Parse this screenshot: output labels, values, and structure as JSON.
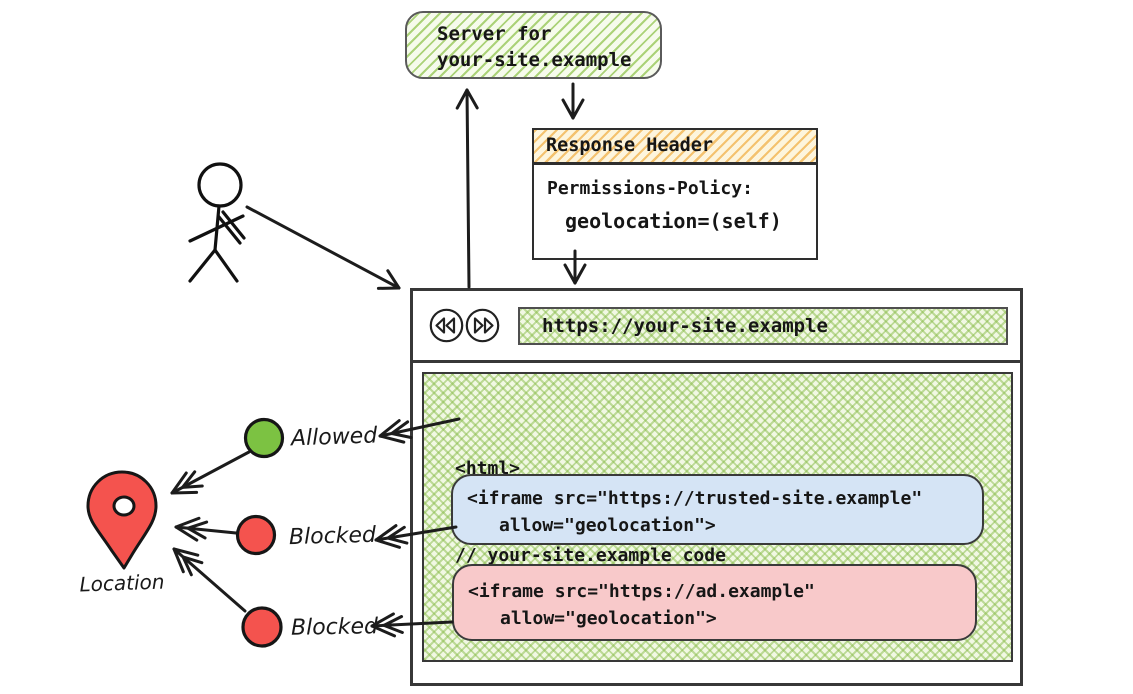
{
  "colors": {
    "hatch_green": "#8fbf4d",
    "hatch_orange": "#f0b95c",
    "allowed_green": "#7cc242",
    "blocked_red": "#f4534e",
    "trusted_iframe_blue": "#d5e4f5",
    "ad_iframe_pink": "#f8c9ca",
    "ink": "#1c1c1c"
  },
  "server_box": {
    "line1": "Server for",
    "line2": "your-site.example"
  },
  "response_header": {
    "title": "Response Header",
    "policy_line1": "Permissions-Policy:",
    "policy_line2": "geolocation=(self)"
  },
  "browser": {
    "url": "https://your-site.example",
    "code_line1": "<html>",
    "code_line2": "// your-site.example code",
    "iframe_trusted": {
      "line1": "<iframe src=\"https://trusted-site.example\"",
      "line2": "allow=\"geolocation\">"
    },
    "iframe_ad": {
      "line1": "<iframe src=\"https://ad.example\"",
      "line2": "allow=\"geolocation\">"
    }
  },
  "annotations": {
    "allowed": "Allowed",
    "blocked_trusted": "Blocked",
    "blocked_ad": "Blocked",
    "location": "Location"
  },
  "icons": {
    "back": "double-left-chevron-circle",
    "forward": "double-right-chevron-circle",
    "location_pin": "map-pin",
    "user": "stick-figure-person"
  }
}
